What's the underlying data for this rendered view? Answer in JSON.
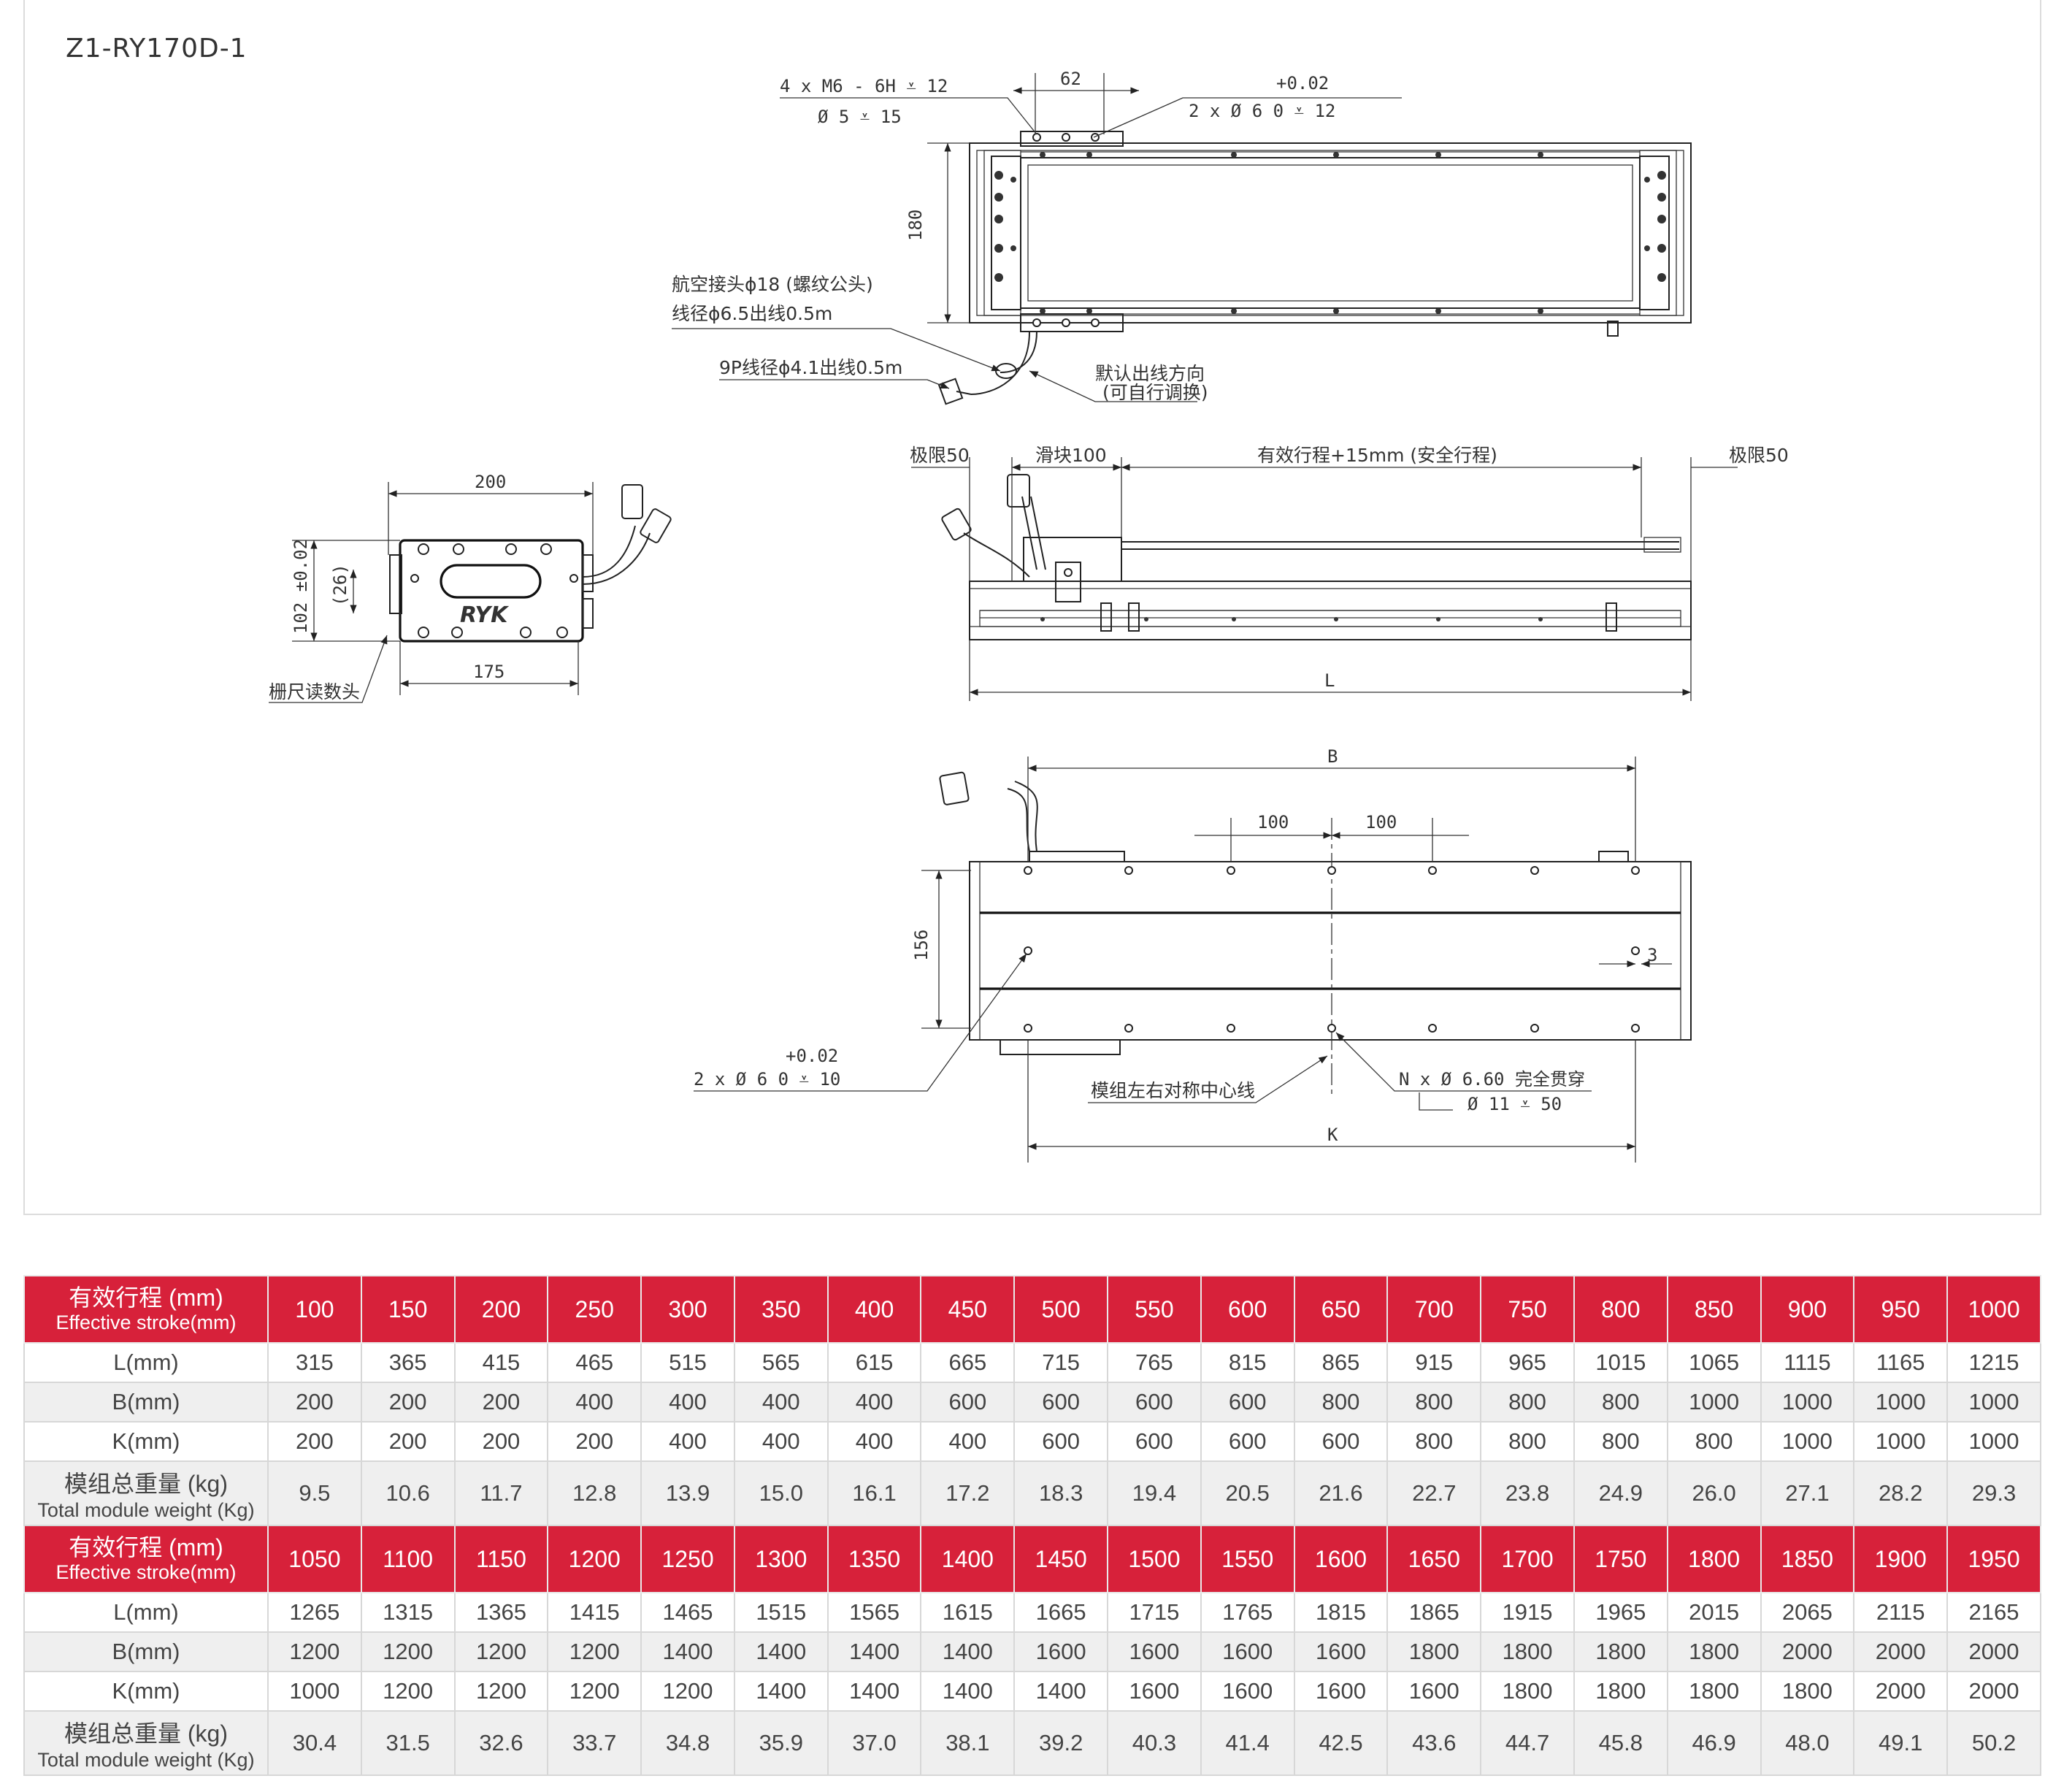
{
  "model_code": "Z1-RY170D-1",
  "brand_logo": "RYK",
  "colors": {
    "header_red": "#d7213a",
    "alt_row": "#efefef",
    "border": "#d7d7d7"
  },
  "drawing": {
    "top_view": {
      "hole_note_1a": "4 x  M6 - 6H ⩡ 12",
      "hole_note_1b": "Ø  5  ⩡  15",
      "dim_62": "62",
      "tol_top": "+0.02",
      "hole_note_2": "2 x  Ø  6   0     ⩡  12",
      "dim_180": "180",
      "connector_note_1": "航空接头ϕ18 (螺纹公头)",
      "connector_note_2": "线径ϕ6.5出线0.5m",
      "cable_9p": "9P线径ϕ4.1出线0.5m",
      "default_exit_1": "默认出线方向",
      "default_exit_2": "(可自行调换)"
    },
    "end_view": {
      "dim_200": "200",
      "dim_102": "102 ±0.02",
      "dim_26": "(26)",
      "dim_175": "175",
      "scale_reader": "栅尺读数头"
    },
    "side_view": {
      "limit_left": "极限50",
      "slider": "滑块100",
      "stroke_note": "有效行程+15mm (安全行程)",
      "limit_right": "极限50",
      "dim_L": "L"
    },
    "bottom_view": {
      "dim_B": "B",
      "dim_100_left": "100",
      "dim_100_right": "100",
      "dim_156": "156",
      "dim_3": "3",
      "tol_bottom": "+0.02",
      "pin_note": "2 x  Ø  6   0     ⩡  10",
      "center_line": "模组左右对称中心线",
      "thru_note_1": "N x  Ø  6.60 完全贯穿",
      "thru_note_2": "Ø  11  ⩡  50",
      "dim_K": "K"
    }
  },
  "table": {
    "label_stroke_cn": "有效行程 (mm)",
    "label_stroke_en": "Effective stroke(mm)",
    "label_L": "L(mm)",
    "label_B": "B(mm)",
    "label_K": "K(mm)",
    "label_weight_cn": "模组总重量 (kg)",
    "label_weight_en": "Total module weight (Kg)",
    "blocks": [
      {
        "stroke": [
          "100",
          "150",
          "200",
          "250",
          "300",
          "350",
          "400",
          "450",
          "500",
          "550",
          "600",
          "650",
          "700",
          "750",
          "800",
          "850",
          "900",
          "950",
          "1000"
        ],
        "L": [
          "315",
          "365",
          "415",
          "465",
          "515",
          "565",
          "615",
          "665",
          "715",
          "765",
          "815",
          "865",
          "915",
          "965",
          "1015",
          "1065",
          "1115",
          "1165",
          "1215"
        ],
        "B": [
          "200",
          "200",
          "200",
          "400",
          "400",
          "400",
          "400",
          "600",
          "600",
          "600",
          "600",
          "800",
          "800",
          "800",
          "800",
          "1000",
          "1000",
          "1000",
          "1000"
        ],
        "K": [
          "200",
          "200",
          "200",
          "200",
          "400",
          "400",
          "400",
          "400",
          "600",
          "600",
          "600",
          "600",
          "800",
          "800",
          "800",
          "800",
          "1000",
          "1000",
          "1000"
        ],
        "weight": [
          "9.5",
          "10.6",
          "11.7",
          "12.8",
          "13.9",
          "15.0",
          "16.1",
          "17.2",
          "18.3",
          "19.4",
          "20.5",
          "21.6",
          "22.7",
          "23.8",
          "24.9",
          "26.0",
          "27.1",
          "28.2",
          "29.3"
        ]
      },
      {
        "stroke": [
          "1050",
          "1100",
          "1150",
          "1200",
          "1250",
          "1300",
          "1350",
          "1400",
          "1450",
          "1500",
          "1550",
          "1600",
          "1650",
          "1700",
          "1750",
          "1800",
          "1850",
          "1900",
          "1950"
        ],
        "L": [
          "1265",
          "1315",
          "1365",
          "1415",
          "1465",
          "1515",
          "1565",
          "1615",
          "1665",
          "1715",
          "1765",
          "1815",
          "1865",
          "1915",
          "1965",
          "2015",
          "2065",
          "2115",
          "2165"
        ],
        "B": [
          "1200",
          "1200",
          "1200",
          "1200",
          "1400",
          "1400",
          "1400",
          "1400",
          "1600",
          "1600",
          "1600",
          "1600",
          "1800",
          "1800",
          "1800",
          "1800",
          "2000",
          "2000",
          "2000"
        ],
        "K": [
          "1000",
          "1200",
          "1200",
          "1200",
          "1200",
          "1400",
          "1400",
          "1400",
          "1400",
          "1600",
          "1600",
          "1600",
          "1600",
          "1800",
          "1800",
          "1800",
          "1800",
          "2000",
          "2000"
        ],
        "weight": [
          "30.4",
          "31.5",
          "32.6",
          "33.7",
          "34.8",
          "35.9",
          "37.0",
          "38.1",
          "39.2",
          "40.3",
          "41.4",
          "42.5",
          "43.6",
          "44.7",
          "45.8",
          "46.9",
          "48.0",
          "49.1",
          "50.2"
        ]
      }
    ]
  }
}
